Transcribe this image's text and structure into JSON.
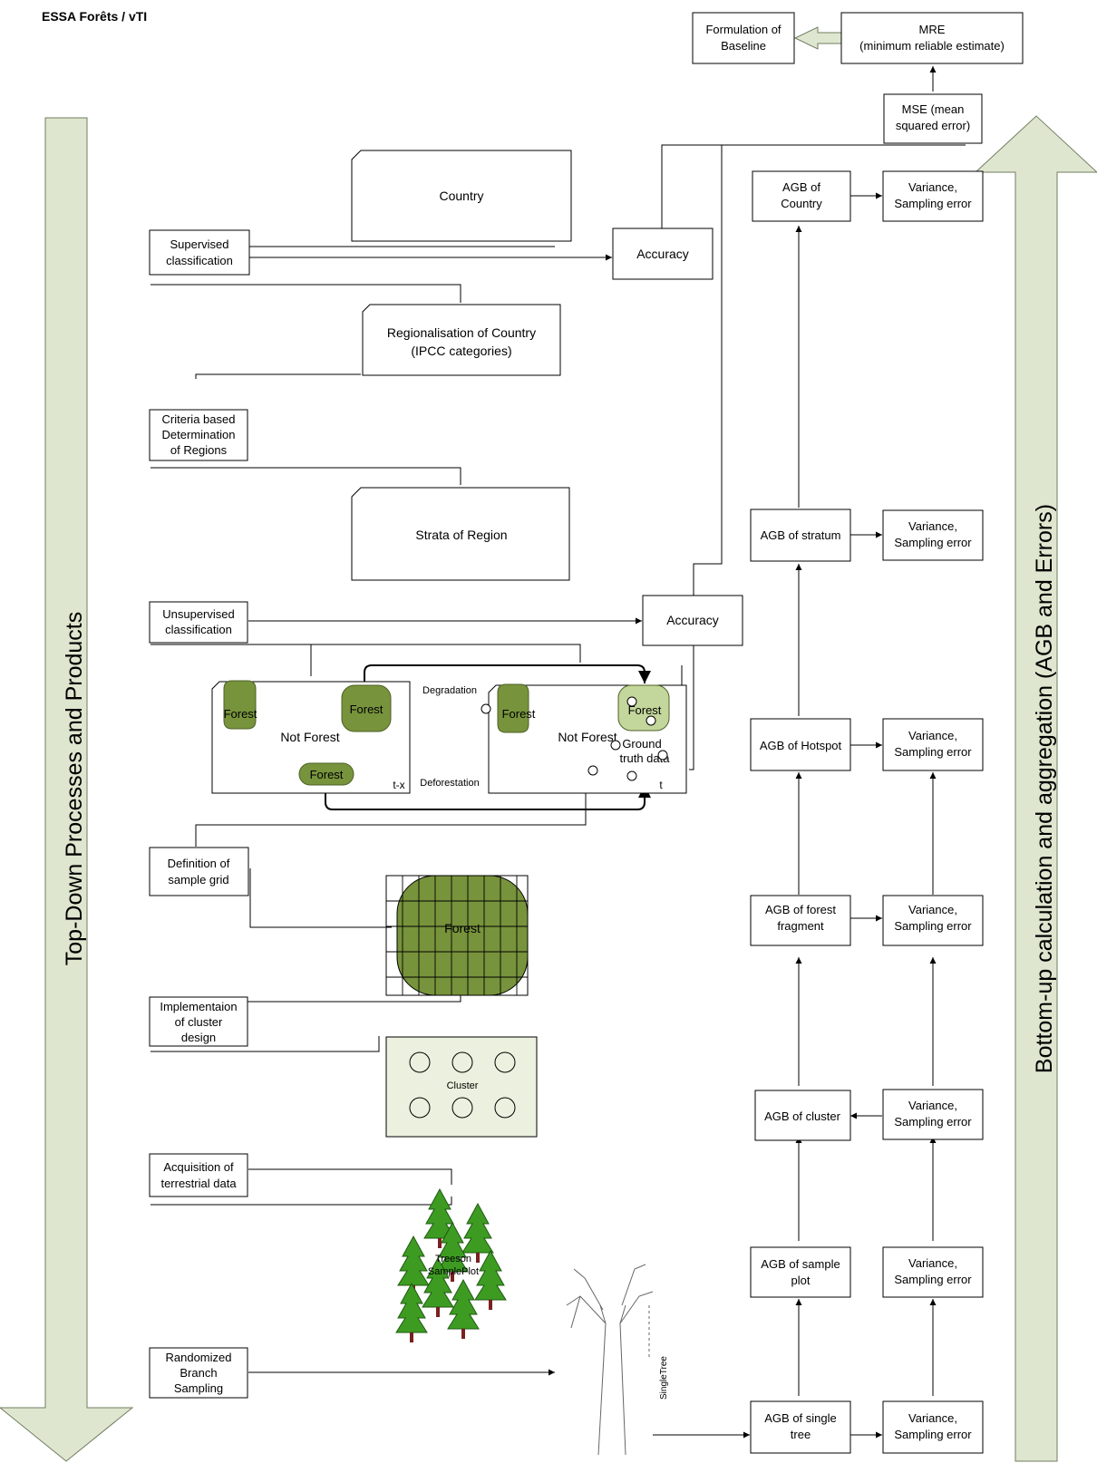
{
  "header": "ESSA Forêts / vTI",
  "arrows": {
    "left": "Top-Down Processes and Products",
    "right": "Bottom-up calculation and aggregation (AGB and Errors)"
  },
  "colors": {
    "arrow_fill": "#dfe6cf",
    "forest_dark": "#77933c",
    "forest_light": "#c3d69b",
    "cluster_bg": "#ebf1de"
  },
  "process_steps": [
    "Supervised classification",
    "Criteria based Determination of Regions",
    "Unsupervised classification",
    "Definition of sample grid",
    "Implementaion of cluster design",
    "Acquisition of terrestrial data",
    "Randomized Branch Sampling"
  ],
  "products": {
    "country": "Country",
    "regionalisation": "Regionalisation of Country (IPCC categories)",
    "strata": "Strata of Region",
    "accuracy": "Accuracy",
    "not_forest": "Not Forest",
    "forest": "Forest",
    "ground_truth": "Ground truth data",
    "degradation": "Degradation",
    "deforestation": "Deforestation",
    "t_minus_x": "t-x",
    "t": "t",
    "cluster": "Cluster",
    "trees_on_plot": "Treeson SamplePlot",
    "single_tree": "SingleTree"
  },
  "agb": [
    "AGB of Country",
    "AGB of stratum",
    "AGB of Hotspot",
    "AGB of forest fragment",
    "AGB of cluster",
    "AGB of sample plot",
    "AGB of single tree"
  ],
  "variance_label": "Variance, Sampling error",
  "mse": "MSE (mean squared error)",
  "mre": "MRE (minimum reliable estimate)",
  "baseline": "Formulation of Baseline"
}
